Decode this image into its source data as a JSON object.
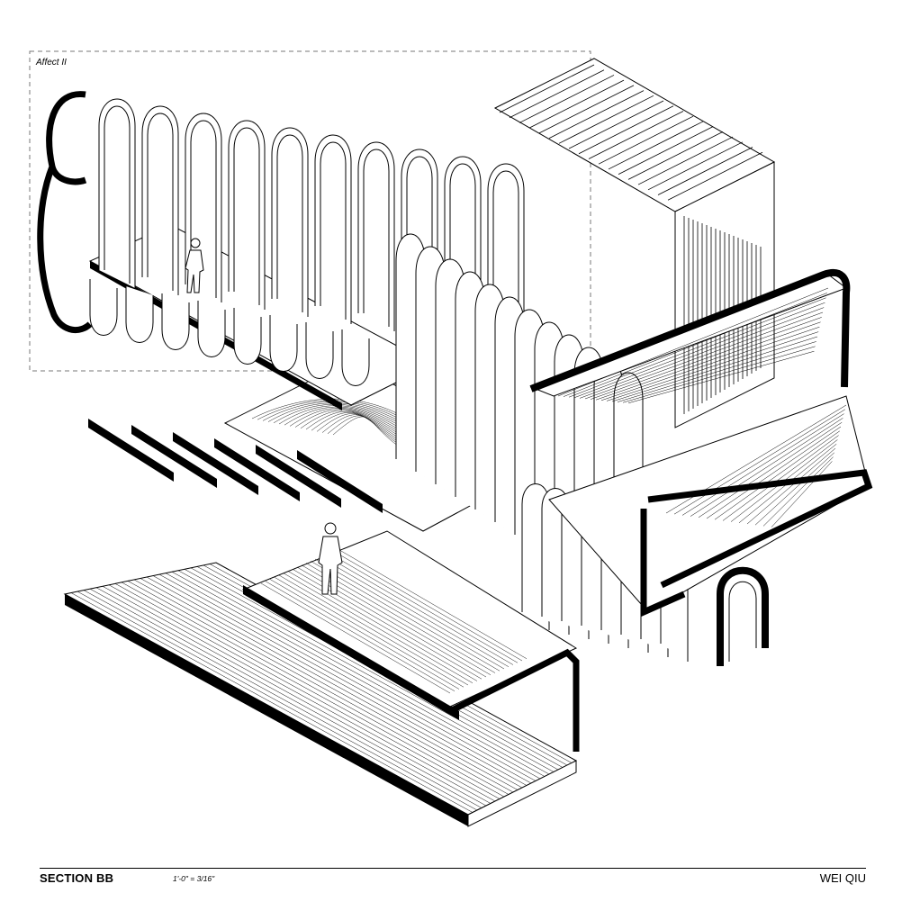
{
  "inset": {
    "label": "Affect II"
  },
  "titleblock": {
    "section": "SECTION BB",
    "scale": "1'-0\" = 3/16\"",
    "author": "WEI QIU"
  },
  "colors": {
    "ink": "#000000",
    "paper": "#ffffff",
    "dash": "#777777"
  }
}
